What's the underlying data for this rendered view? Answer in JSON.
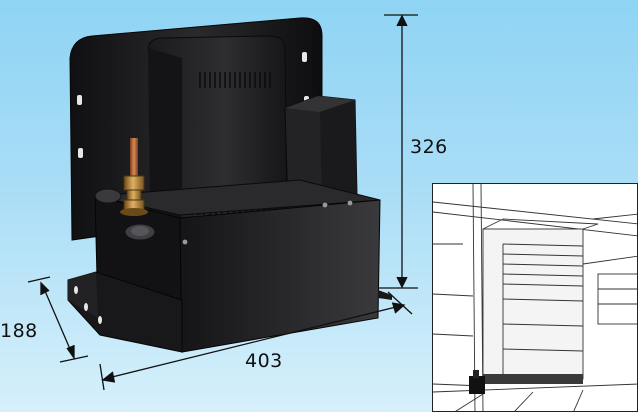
{
  "dimensions": {
    "height": "326",
    "depth": "188",
    "width": "403"
  },
  "colors": {
    "background_top": "#8fd4f4",
    "background_bottom": "#d6f0fb",
    "unit_body": "#1b1b1d",
    "dimension_line": "#111111"
  }
}
